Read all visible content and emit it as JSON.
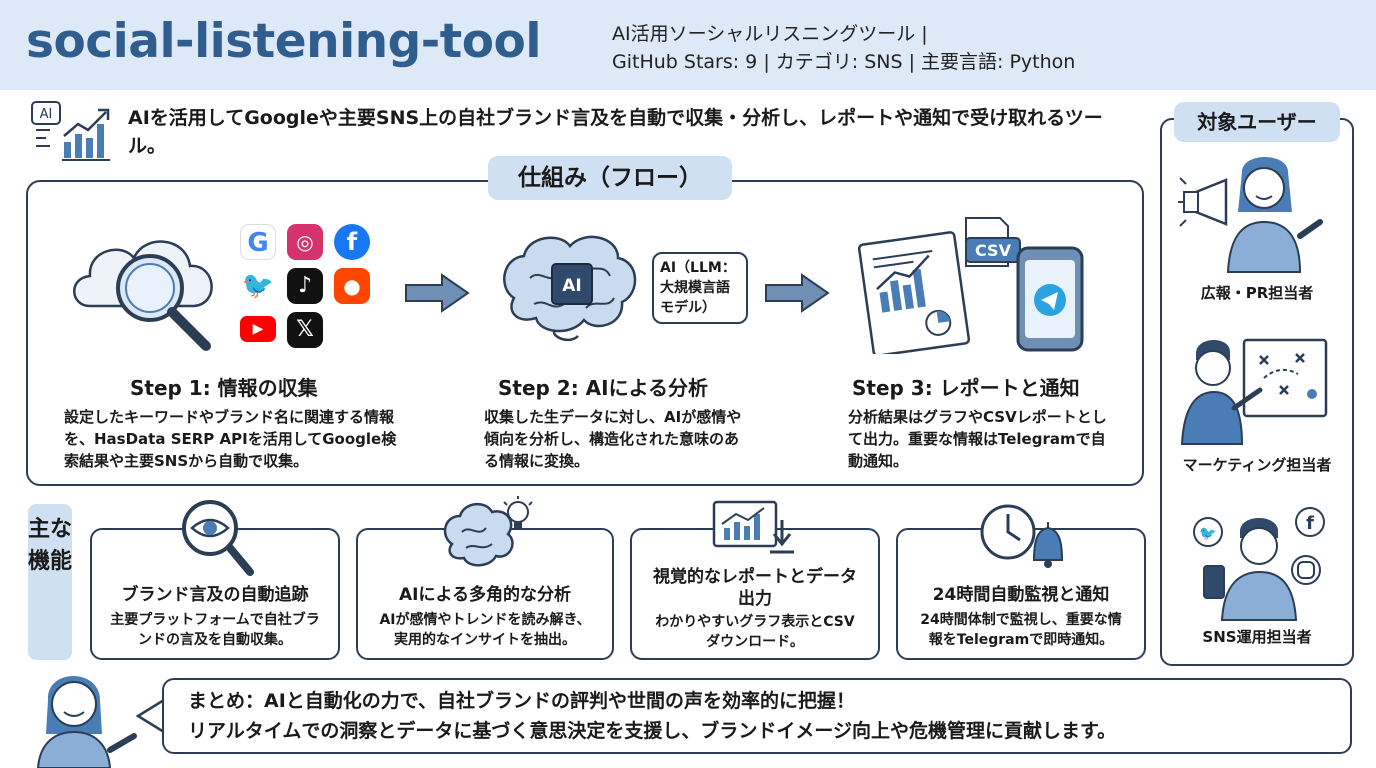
{
  "header": {
    "title": "social-listening-tool",
    "subtitle_line1": "AI活用ソーシャルリスニングツール |",
    "subtitle_line2": "GitHub Stars: 9 | カテゴリ: SNS | 主要言語: Python"
  },
  "intro": {
    "icon_label": "AI",
    "text": "AIを活用してGoogleや主要SNS上の自社ブランド言及を自動で収集・分析し、レポートや通知で受け取れるツール。"
  },
  "flow": {
    "title": "仕組み（フロー）",
    "steps": [
      {
        "title": "Step 1: 情報の収集",
        "desc": "設定したキーワードやブランド名に関連する情報を、HasData SERP APIを活用してGoogle検索結果や主要SNSから自動で収集。"
      },
      {
        "title": "Step 2: AIによる分析",
        "desc": "収集した生データに対し、AIが感情や傾向を分析し、構造化された意味のある情報に変換。"
      },
      {
        "title": "Step 3: レポートと通知",
        "desc": "分析結果はグラフやCSVレポートとして出力。重要な情報はTelegramで自動通知。"
      }
    ],
    "chip_label": "AI",
    "llm_bubble": "AI（LLM：大規模言語モデル）",
    "csv_label": "CSV",
    "brand_icons": [
      "google-icon",
      "instagram-icon",
      "facebook-icon",
      "twitter-icon",
      "tiktok-icon",
      "reddit-icon",
      "youtube-icon",
      "x-icon"
    ]
  },
  "audience": {
    "title": "対象ユーザー",
    "users": [
      "広報・PR担当者",
      "マーケティング担当者",
      "SNS運用担当者"
    ]
  },
  "features": {
    "tag": "主な機能",
    "items": [
      {
        "title": "ブランド言及の自動追跡",
        "desc": "主要プラットフォームで自社ブランドの言及を自動収集。"
      },
      {
        "title": "AIによる多角的な分析",
        "desc": "AIが感情やトレンドを読み解き、実用的なインサイトを抽出。"
      },
      {
        "title": "視覚的なレポートとデータ出力",
        "desc": "わかりやすいグラフ表示とCSVダウンロード。"
      },
      {
        "title": "24時間自動監視と通知",
        "desc": "24時間体制で監視し、重要な情報をTelegramで即時通知。"
      }
    ]
  },
  "summary": {
    "line1": "まとめ：AIと自動化の力で、自社ブランドの評判や世間の声を効率的に把握！",
    "line2": "リアルタイムでの洞察とデータに基づく意思決定を支援し、ブランドイメージ向上や危機管理に貢献します。"
  },
  "colors": {
    "header_bg": "#dde9f6",
    "title": "#2f5d8e",
    "pill": "#cfe0f2",
    "frame": "#2b3e55",
    "accent_blue": "#4a7db5"
  }
}
